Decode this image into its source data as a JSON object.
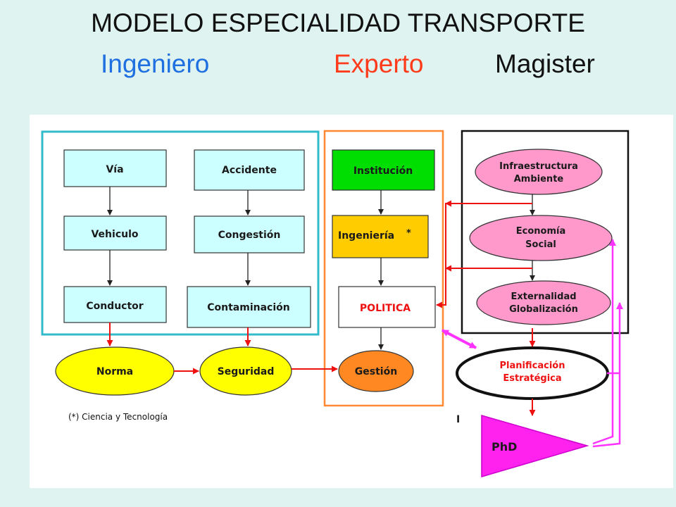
{
  "header": {
    "title": "MODELO ESPECIALIDAD TRANSPORTE",
    "sub_ingeniero": "Ingeniero",
    "sub_experto": "Experto",
    "sub_magister": "Magister"
  },
  "colors": {
    "ingeniero": "#1f6fe0",
    "experto": "#ff3b1c",
    "cyan_box": "#ccffff",
    "green_box": "#00dd00",
    "yellow_box": "#ffcc00",
    "pink_ellipse": "#ff99cc",
    "yellow_ellipse": "#ffff00",
    "orange_ellipse": "#ff8822",
    "magenta": "#ff33ff"
  },
  "nodes": {
    "via": "Vía",
    "vehiculo": "Vehiculo",
    "conductor": "Conductor",
    "accidente": "Accidente",
    "congestion": "Congestión",
    "contaminacion": "Contaminación",
    "institucion": "Institución",
    "ingenieria": "Ingeniería",
    "ingenieria_mark": "*",
    "politica": "POLITICA",
    "infra_1": "Infraestructura",
    "infra_2": "Ambiente",
    "economia_1": "Economía",
    "economia_2": "Social",
    "externalidad_1": "Externalidad",
    "externalidad_2": "Globalización",
    "norma": "Norma",
    "seguridad": "Seguridad",
    "gestion": "Gestión",
    "planificacion_1": "Planificación",
    "planificacion_2": "Estratégica",
    "phd": "PhD"
  },
  "footnote": "(*) Ciencia y Tecnología",
  "stray_mark": "I"
}
